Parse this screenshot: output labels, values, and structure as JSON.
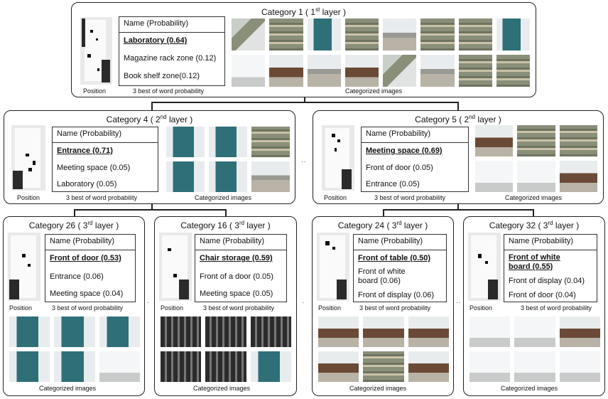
{
  "labels": {
    "position": "Position",
    "best_words": "3 best of word probability",
    "categorized": "Categorized images",
    "prob_header": "Name (Probability)"
  },
  "categories": [
    {
      "id": "cat1",
      "prefix": "Category 1 ( 1",
      "sup": "st",
      "suffix": " layer )",
      "words": [
        "Laboratory (0.64)",
        "Magazine rack zone (0.12)",
        "Book shelf zone(0.12)"
      ]
    },
    {
      "id": "cat4",
      "prefix": "Category 4 ( 2",
      "sup": "nd",
      "suffix": " layer )",
      "words": [
        "Entrance (0.71)",
        "Meeting space (0.05)",
        "Laboratory (0.05)"
      ]
    },
    {
      "id": "cat5",
      "prefix": "Category 5 ( 2",
      "sup": "nd",
      "suffix": " layer )",
      "words": [
        "Meeting space (0.69)",
        "Front of door (0.05)",
        "Entrance (0.05)"
      ]
    },
    {
      "id": "cat26",
      "prefix": "Category 26 ( 3",
      "sup": "rd",
      "suffix": " layer )",
      "words": [
        "Front of door (0.53)",
        "Entrance (0.06)",
        "Meeting space (0.04)"
      ]
    },
    {
      "id": "cat16",
      "prefix": "Category 16 ( 3",
      "sup": "rd",
      "suffix": " layer )",
      "words": [
        "Chair storage (0.59)",
        "Front of a door (0.05)",
        "Meeting space (0.05)"
      ]
    },
    {
      "id": "cat24",
      "prefix": "Category 24 ( 3",
      "sup": "rd",
      "suffix": " layer )",
      "words": [
        "Front of table (0.50)",
        "Front of white board (0.06)",
        "Front of display (0.06)"
      ]
    },
    {
      "id": "cat32",
      "prefix": "Category 32 ( 3",
      "sup": "rd",
      "suffix": " layer )",
      "words": [
        "Front of white board (0.55)",
        "Front of display (0.04)",
        "Front of door (0.04)"
      ]
    }
  ],
  "colors": {
    "border": "#222222",
    "door_teal": "#2f6f78",
    "wall_white": "#e8ecee",
    "shelf": "#8a8f7a",
    "floor": "#b9b2a6",
    "chair": "#2b2b2b"
  }
}
